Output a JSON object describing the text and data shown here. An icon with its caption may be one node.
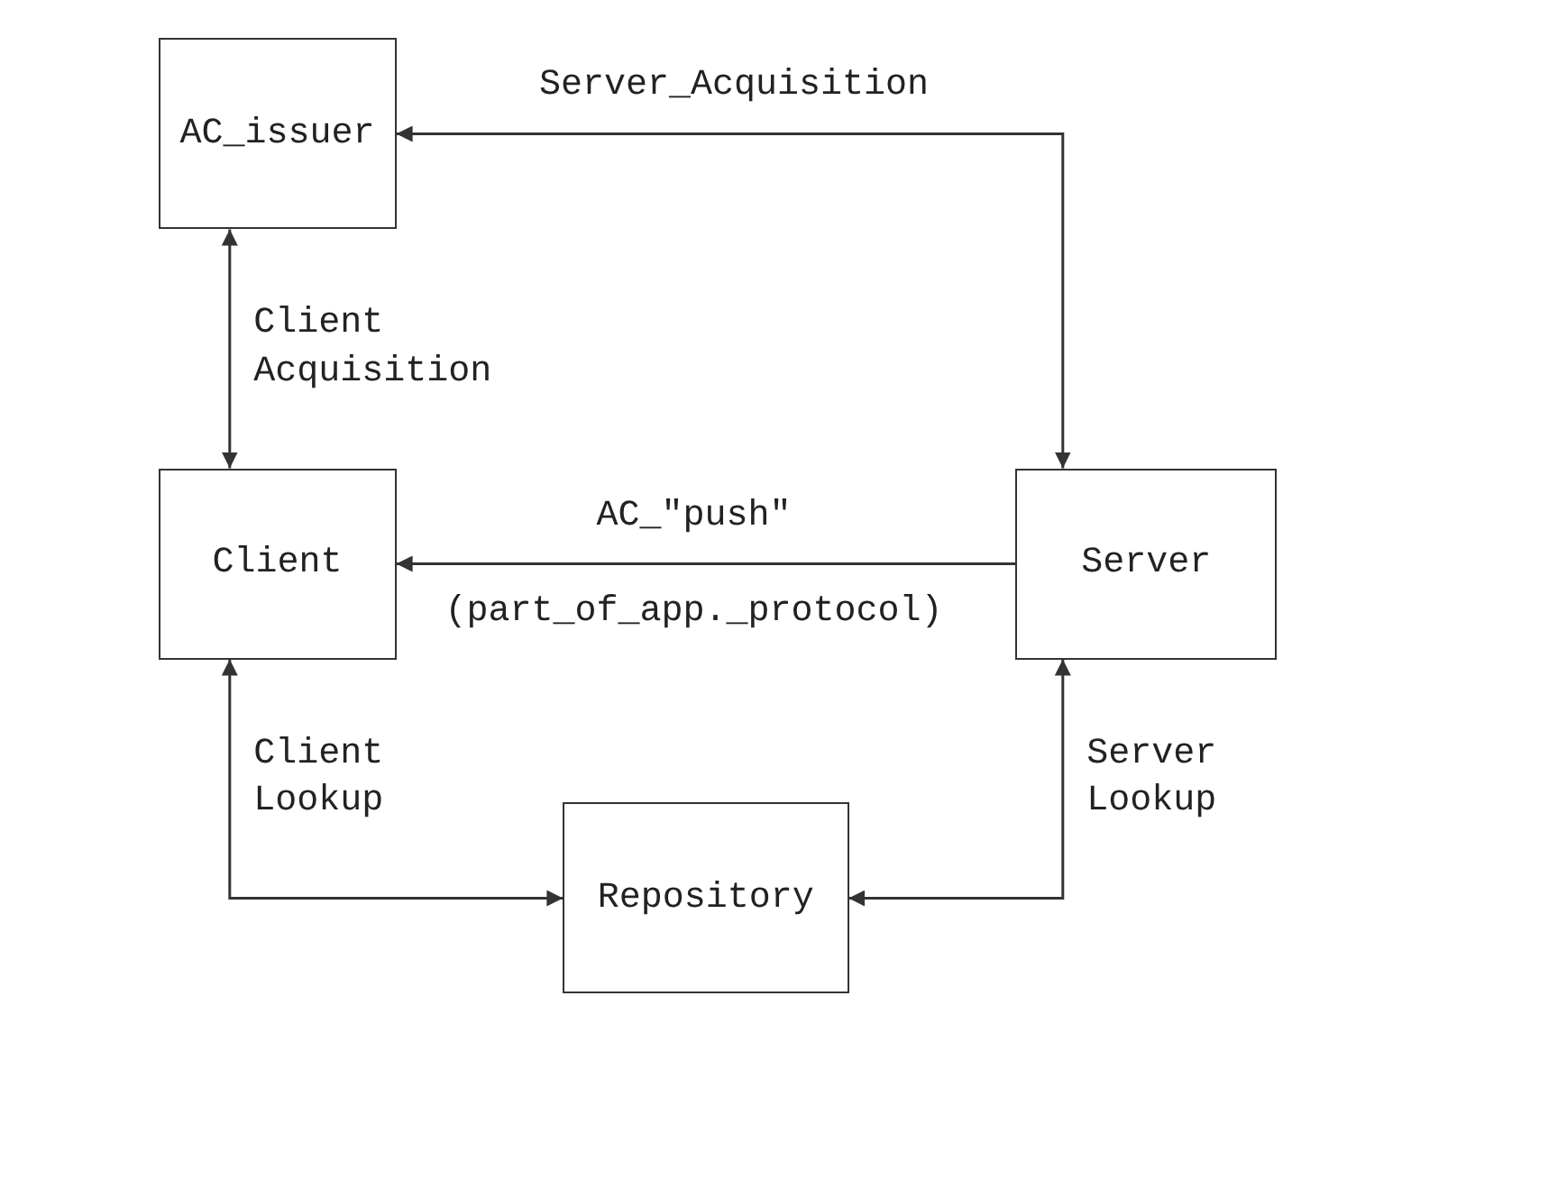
{
  "diagram": {
    "nodes": [
      {
        "text": [
          "AC_issuer"
        ]
      },
      {
        "text": [
          "Client"
        ]
      },
      {
        "text": [
          "Server"
        ]
      },
      {
        "text": [
          "Repository"
        ]
      }
    ],
    "edges": [
      {
        "from": 0,
        "to": 2,
        "arrow": "both",
        "label": "Server_Acquisition"
      },
      {
        "from": 0,
        "to": 1,
        "arrow": "both",
        "label": "Client Acquisition"
      },
      {
        "from": 2,
        "to": 1,
        "arrow": "to",
        "label": "AC_\"push\" (part_of_app._protocol)"
      },
      {
        "from": 1,
        "to": 3,
        "arrow": "both",
        "label": "Client Lookup"
      },
      {
        "from": 2,
        "to": 3,
        "arrow": "both",
        "label": "Server Lookup"
      }
    ]
  }
}
